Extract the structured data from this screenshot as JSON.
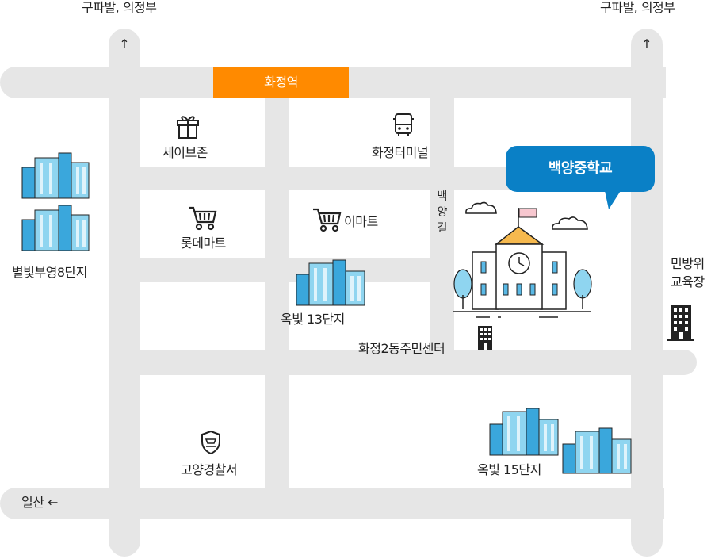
{
  "labels": {
    "top_left_direction": "구파발, 의정부",
    "top_right_direction": "구파발, 의정부",
    "station": "화정역",
    "save_zone": "세이브존",
    "terminal": "화정터미널",
    "lotte_mart": "롯데마트",
    "emart": "이마트",
    "byeolbit_8": "별빛부영8단지",
    "okbit_13": "옥빛 13단지",
    "baekyang_road": "백\n양\n길",
    "school": "백양중학교",
    "minbangwi_line1": "민방위",
    "minbangwi_line2": "교육장",
    "community_center": "화정2동주민센터",
    "police": "고양경찰서",
    "okbit_15": "옥빛 15단지",
    "ilsan": "일산 ←"
  },
  "colors": {
    "road": "#e6e6e6",
    "station_bg": "#ff8a00",
    "bubble_bg": "#0a80c6",
    "building_light": "#dff3fb",
    "building_mid": "#8fd5f0",
    "building_dark": "#3aa7dc",
    "outline": "#222222"
  },
  "icons": [
    "arrow-up-icon",
    "gift-icon",
    "bus-icon",
    "cart-icon",
    "apartment-icon",
    "school-icon",
    "office-building-icon",
    "police-shield-icon",
    "cloud-icon",
    "tree-icon"
  ]
}
